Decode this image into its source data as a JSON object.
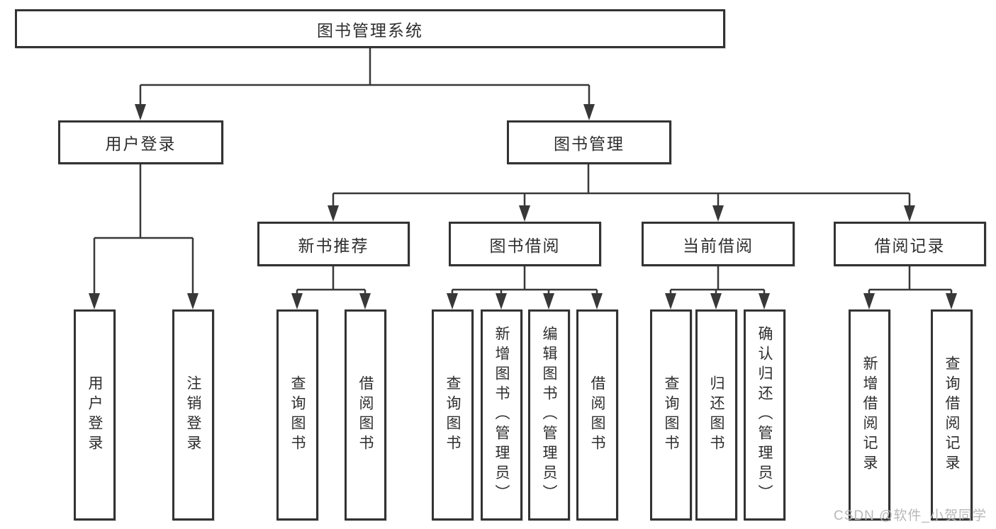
{
  "diagram": {
    "root": {
      "label": "图书管理系统"
    },
    "level2": [
      {
        "label": "用户登录"
      },
      {
        "label": "图书管理"
      }
    ],
    "level3": [
      {
        "label": "新书推荐",
        "parent": "图书管理"
      },
      {
        "label": "图书借阅",
        "parent": "图书管理"
      },
      {
        "label": "当前借阅",
        "parent": "图书管理"
      },
      {
        "label": "借阅记录",
        "parent": "图书管理"
      }
    ],
    "leaves": [
      {
        "label": "用户登录",
        "parent": "用户登录"
      },
      {
        "label": "注销登录",
        "parent": "用户登录"
      },
      {
        "label": "查询图书",
        "parent": "新书推荐"
      },
      {
        "label": "借阅图书",
        "parent": "新书推荐"
      },
      {
        "label": "查询图书",
        "parent": "图书借阅"
      },
      {
        "label": "新增图书（管理员）",
        "parent": "图书借阅"
      },
      {
        "label": "编辑图书（管理员）",
        "parent": "图书借阅"
      },
      {
        "label": "借阅图书",
        "parent": "图书借阅"
      },
      {
        "label": "查询图书",
        "parent": "当前借阅"
      },
      {
        "label": "归还图书",
        "parent": "当前借阅"
      },
      {
        "label": "确认归还（管理员）",
        "parent": "当前借阅"
      },
      {
        "label": "新增借阅记录",
        "parent": "借阅记录"
      },
      {
        "label": "查询借阅记录",
        "parent": "借阅记录"
      }
    ]
  },
  "watermark": {
    "text": "CSDN @软件_小贺同学"
  },
  "colors": {
    "line": "#383838",
    "box_border": "#333333",
    "text": "#2e2e2e",
    "background": "#ffffff",
    "watermark": "#b8b8b8"
  }
}
